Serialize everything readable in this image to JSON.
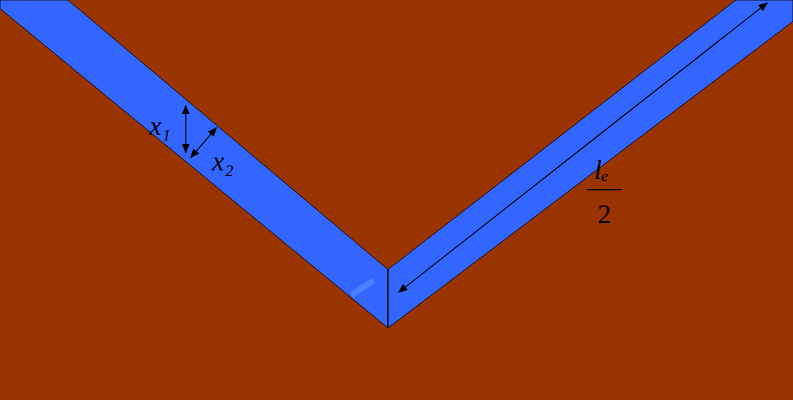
{
  "diagram": {
    "labels": [
      "x₁",
      "x₂",
      "lₑ",
      "2"
    ]
  }
}
